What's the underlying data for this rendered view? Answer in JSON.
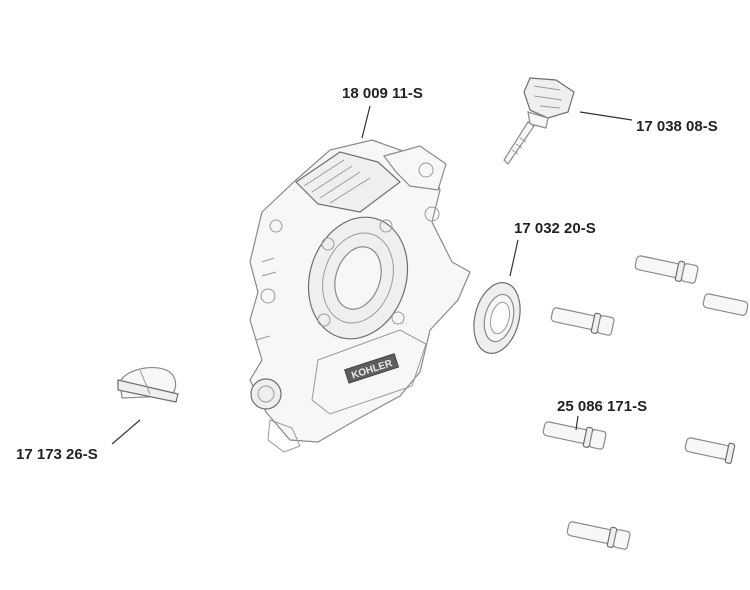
{
  "diagram": {
    "parts": [
      {
        "id": "crankcase-cover",
        "part_number": "18 009 11-S"
      },
      {
        "id": "dipstick",
        "part_number": "17 038 08-S"
      },
      {
        "id": "oil-seal",
        "part_number": "17 032 20-S"
      },
      {
        "id": "bolt",
        "part_number": "25 086 171-S"
      },
      {
        "id": "drain-plug",
        "part_number": "17 173 26-S"
      }
    ],
    "cover_marking": "KOHLER"
  }
}
